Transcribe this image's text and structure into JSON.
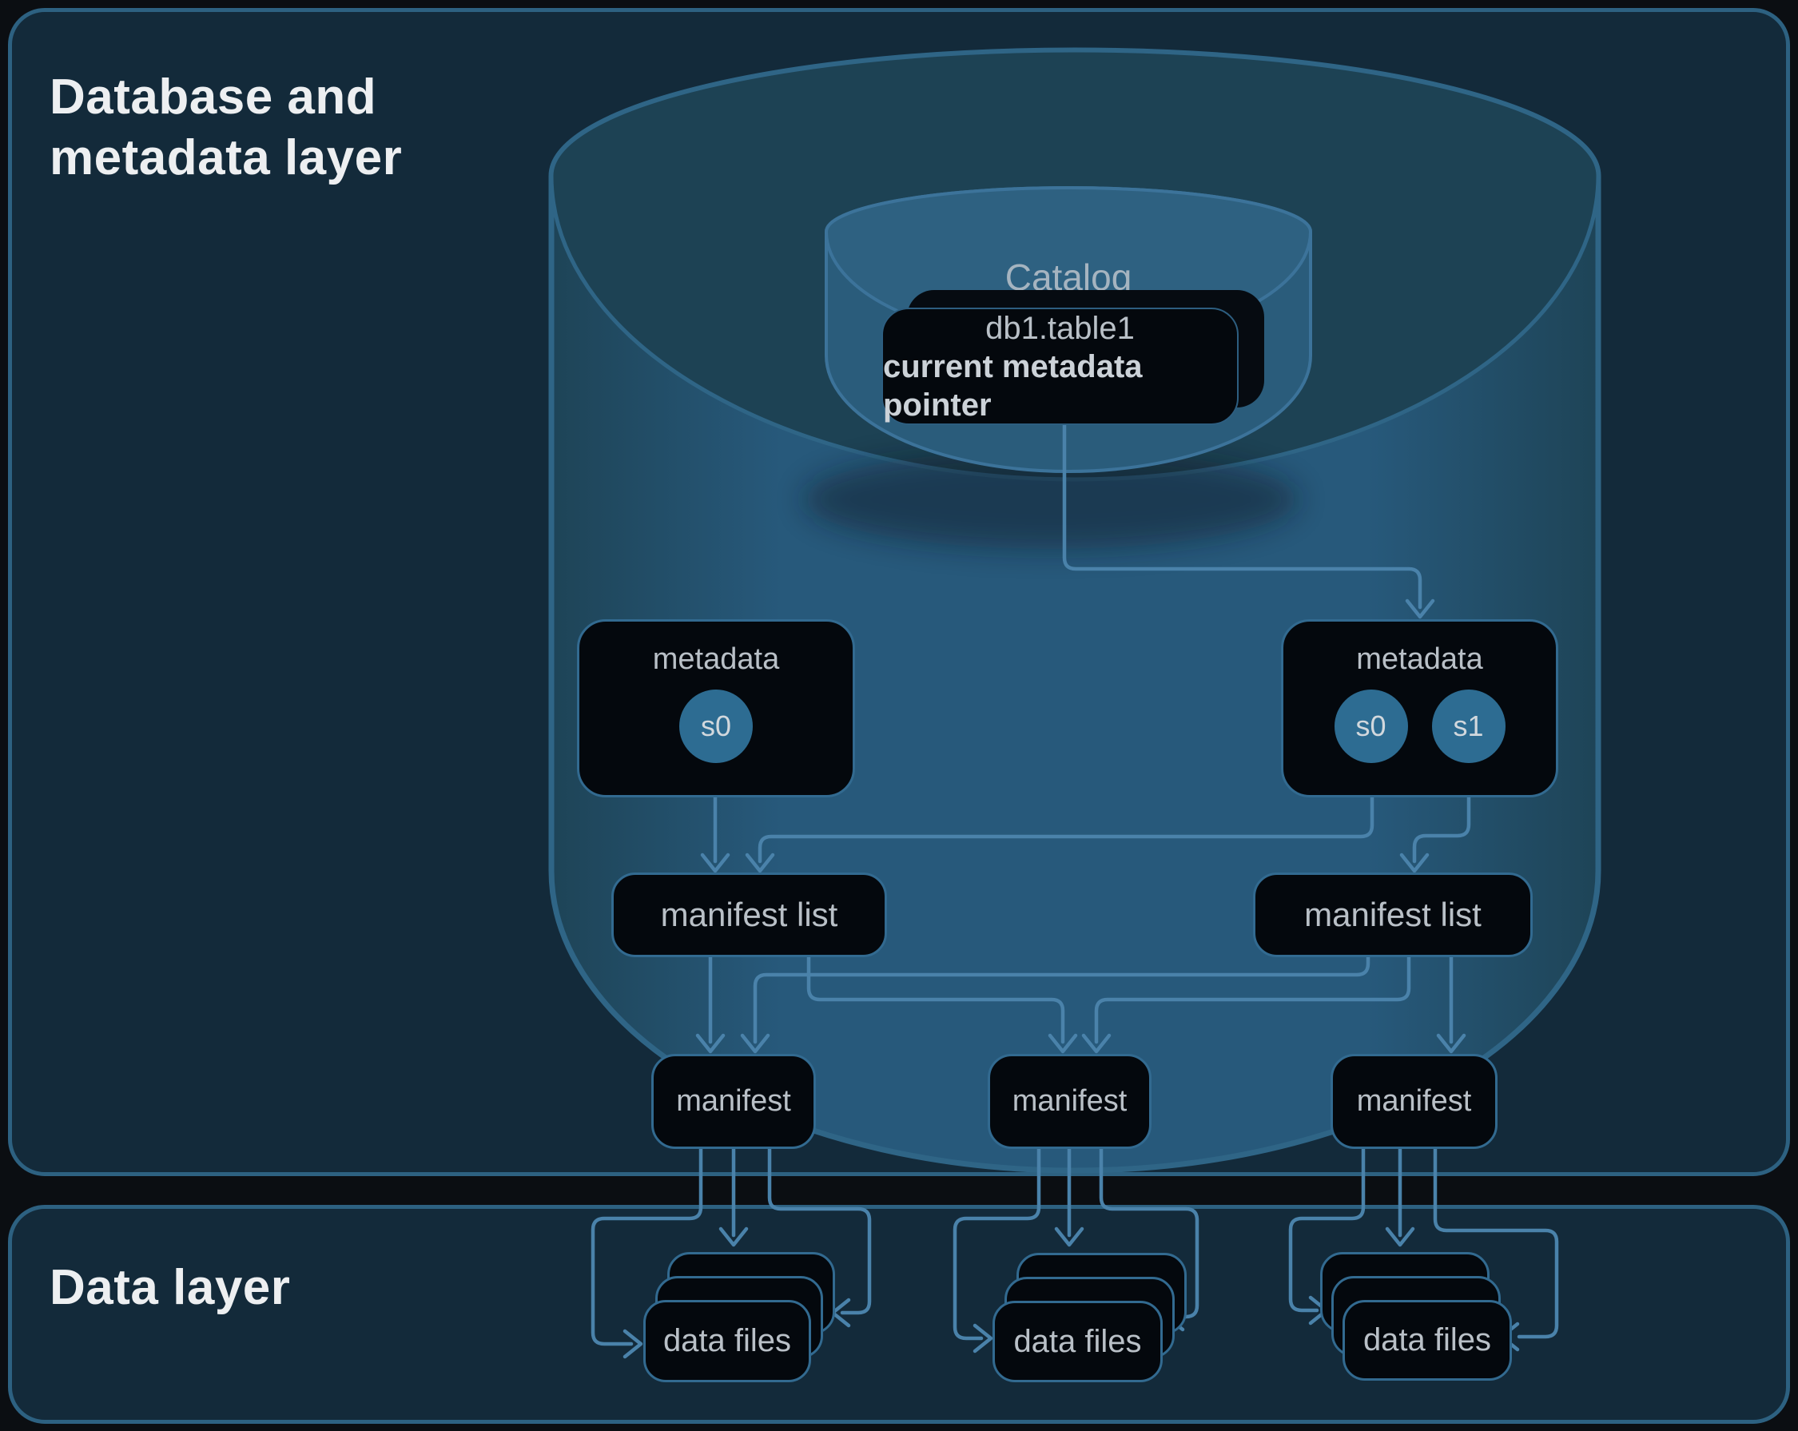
{
  "title_panel": {
    "line1": "Database and",
    "line2": "metadata layer"
  },
  "data_panel": {
    "title": "Data layer"
  },
  "catalog": {
    "label": "Catalog",
    "pointer": {
      "table": "db1.table1",
      "caption": "current metadata pointer"
    }
  },
  "metadata": {
    "left": {
      "label": "metadata",
      "snapshots": [
        "s0"
      ]
    },
    "right": {
      "label": "metadata",
      "snapshots": [
        "s0",
        "s1"
      ]
    }
  },
  "manifest_lists": {
    "left": "manifest list",
    "right": "manifest list"
  },
  "manifests": {
    "left": "manifest",
    "middle": "manifest",
    "right": "manifest"
  },
  "data_files": {
    "left": "data files",
    "middle": "data files",
    "right": "data files"
  },
  "colors": {
    "page_bg": "#0b0e12",
    "panel_fill": "#132a3a",
    "panel_border": "#2d6181",
    "cylinder_body": "#27597b",
    "cylinder_bowl": "#1d4254",
    "catalog_body": "#2a5c7b",
    "catalog_bowl": "#2e6181",
    "node_fill": "#04080d",
    "node_border": "#326a90",
    "connector": "#4a82aa",
    "snapshot_fill": "#2d6c92",
    "label_text": "#b9c0c7",
    "title_text": "#edeff1"
  }
}
